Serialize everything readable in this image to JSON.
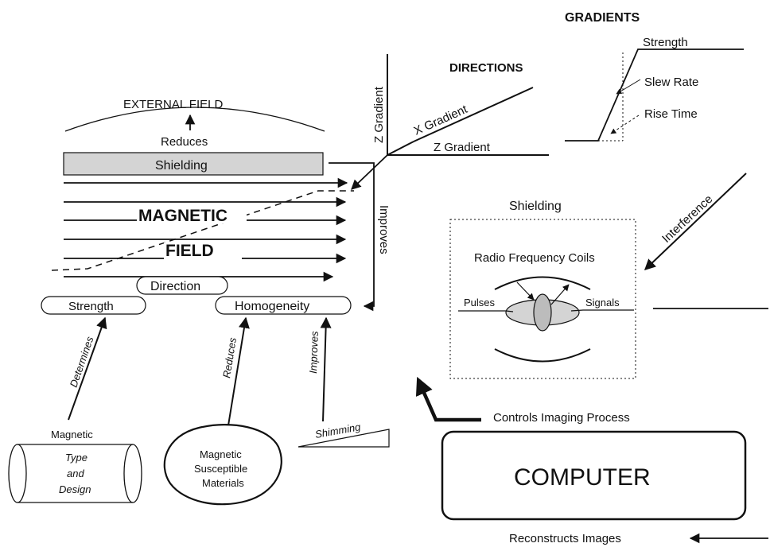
{
  "gradients": {
    "title": "GRADIENTS",
    "strength_label": "Strength",
    "slew_rate_label": "Slew Rate",
    "rise_time_label": "Rise Time"
  },
  "directions": {
    "title": "DIRECTIONS",
    "z_gradient_vertical": "Z Gradient",
    "x_gradient": "X Gradient",
    "z_gradient_horizontal": "Z Gradient"
  },
  "magnet": {
    "external_field": "EXTERNAL FIELD",
    "reduces_up": "Reduces",
    "shielding_box": "Shielding",
    "magnetic": "MAGNETIC",
    "field": "FIELD",
    "improves_vertical": "Improves",
    "direction": "Direction",
    "strength": "Strength",
    "homogeneity": "Homogeneity",
    "determines": "Determines",
    "reduces_diag": "Reduces",
    "improves_diag": "Improves"
  },
  "components": {
    "magnetic_label": "Magnetic",
    "type": "Type",
    "and": "and",
    "design": "Design",
    "materials": [
      "Magnetic",
      "Susceptible",
      "Materials"
    ],
    "shimming": "Shimming"
  },
  "rf": {
    "shielding": "Shielding",
    "coils": "Radio Frequency Coils",
    "pulses": "Pulses",
    "signals": "Signals",
    "interference": "Interference"
  },
  "computer": {
    "controls": "Controls Imaging Process",
    "label": "COMPUTER",
    "reconstructs": "Reconstructs Images"
  }
}
